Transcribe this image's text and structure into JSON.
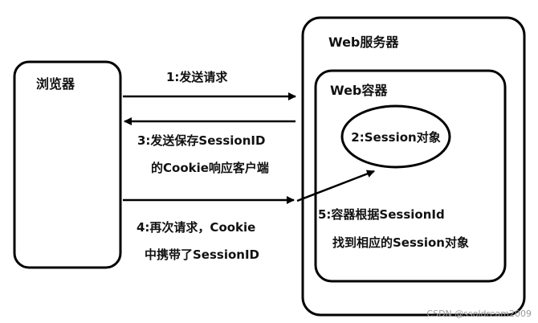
{
  "nodes": {
    "browser": {
      "label": "浏览器"
    },
    "web_server": {
      "label": "Web服务器"
    },
    "web_container": {
      "label": "Web容器"
    },
    "session_object": {
      "label": "2:Session对象"
    }
  },
  "edges": {
    "send_request": {
      "label": "1:发送请求"
    },
    "send_sessionid": {
      "line1": "3:发送保存SessionID",
      "line2": "的Cookie响应客户端"
    },
    "request_again": {
      "line1": "4:再次请求，Cookie",
      "line2": "中携带了SessionID"
    },
    "find_session": {
      "line1": "5:容器根据SessionId",
      "line2": "找到相应的Session对象"
    }
  },
  "watermark": "CSDN @ssoldream2009",
  "colors": {
    "stroke": "#000000",
    "text": "#111111",
    "watermark": "#9a9a9a",
    "background": "#ffffff"
  }
}
